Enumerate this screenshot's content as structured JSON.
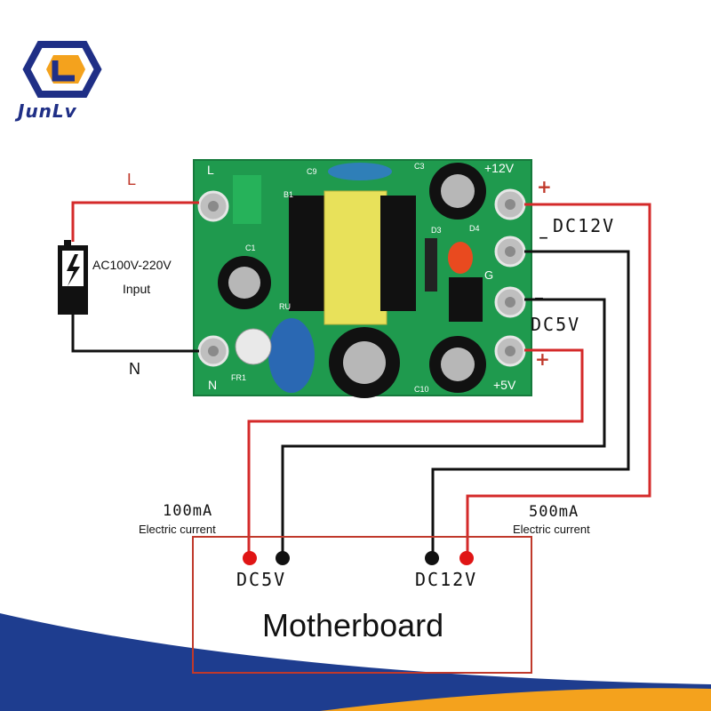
{
  "brand": {
    "name": "JunLv"
  },
  "input": {
    "live_label": "L",
    "neutral_label": "N",
    "voltage": "AC100V-220V",
    "caption": "Input"
  },
  "pcb": {
    "silkscreen": {
      "l": "L",
      "n": "N",
      "plus12": "+12V",
      "plus5": "+5V",
      "g": "G",
      "c1": "C1",
      "c3": "C3",
      "c9": "C9",
      "b1": "B1",
      "d3": "D3",
      "d4": "D4",
      "fr1": "FR1",
      "ru": "RU",
      "c10": "C10"
    }
  },
  "outputs": {
    "plus_top": "+",
    "dc12": "DC12V",
    "minus_12": "–",
    "minus_5": "–",
    "dc5": "DC5V",
    "plus_bottom": "+"
  },
  "motherboard": {
    "title": "Motherboard",
    "left_current": "100mA",
    "left_current_caption": "Electric current",
    "left_rail": "DC5V",
    "right_current": "500mA",
    "right_current_caption": "Electric current",
    "right_rail": "DC12V"
  },
  "colors": {
    "positive_wire": "#d42a2a",
    "negative_wire": "#111111",
    "pcb_green": "#1f9a4e",
    "brand_blue": "#1f2f86",
    "bottom_wave": "#1e3d8f",
    "accent_orange": "#f4a21d"
  }
}
